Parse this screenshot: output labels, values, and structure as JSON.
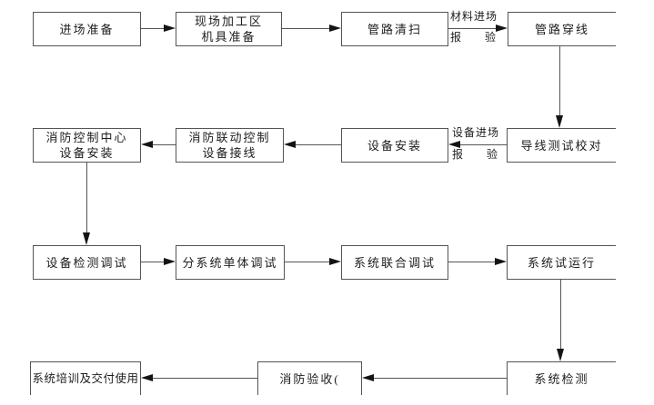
{
  "canvas": {
    "background": "#ffffff",
    "line_color": "#555555",
    "arrow_color": "#141414",
    "text_color": "#1c1c1c"
  },
  "flowchart": {
    "type": "diagram",
    "description_visible_text_only": true,
    "nodes": {
      "entry_prep": {
        "label": "进场准备"
      },
      "site_processing": {
        "line1": "现场加工区",
        "line2": "机具准备"
      },
      "pipeline_cleaning": {
        "label": "管路清扫"
      },
      "pipeline_threading": {
        "label": "管路穿线"
      },
      "fire_control_center": {
        "line1": "消防控制中心",
        "line2": "设备安装"
      },
      "linkage_control_wiring": {
        "line1": "消防联动控制",
        "line2": "设备接线"
      },
      "equipment_install": {
        "label": "设备安装"
      },
      "wire_testing": {
        "label": "导线测试校对"
      },
      "equipment_inspection_debug": {
        "label": "设备检测调试"
      },
      "subsystem_unit_debug": {
        "label": "分系统单体调试"
      },
      "system_joint_debug": {
        "label": "系统联合调试"
      },
      "system_trial_run": {
        "label": "系统试运行"
      },
      "training_delivery": {
        "label": "系统培训及交付使用"
      },
      "fire_acceptance": {
        "label": "消防验收("
      },
      "system_inspection": {
        "label": "系统检测"
      }
    },
    "edge_labels": {
      "material_entry": {
        "top": "材料进场",
        "bottom": "报 验"
      },
      "equipment_entry": {
        "top": "设备进场",
        "bottom": "报 验"
      }
    },
    "edges": [
      {
        "from": "entry_prep",
        "to": "site_processing"
      },
      {
        "from": "site_processing",
        "to": "pipeline_cleaning"
      },
      {
        "from": "pipeline_cleaning",
        "to": "pipeline_threading",
        "label": "material_entry"
      },
      {
        "from": "pipeline_threading",
        "to": "wire_testing"
      },
      {
        "from": "wire_testing",
        "to": "equipment_install",
        "label": "equipment_entry"
      },
      {
        "from": "equipment_install",
        "to": "linkage_control_wiring"
      },
      {
        "from": "linkage_control_wiring",
        "to": "fire_control_center"
      },
      {
        "from": "fire_control_center",
        "to": "equipment_inspection_debug"
      },
      {
        "from": "equipment_inspection_debug",
        "to": "subsystem_unit_debug"
      },
      {
        "from": "subsystem_unit_debug",
        "to": "system_joint_debug"
      },
      {
        "from": "system_joint_debug",
        "to": "system_trial_run"
      },
      {
        "from": "system_trial_run",
        "to": "system_inspection"
      },
      {
        "from": "system_inspection",
        "to": "fire_acceptance"
      },
      {
        "from": "fire_acceptance",
        "to": "training_delivery"
      }
    ]
  }
}
